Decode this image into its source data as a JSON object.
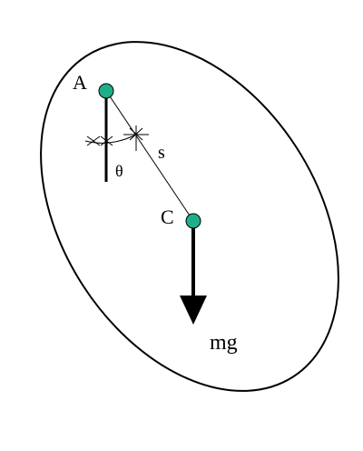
{
  "diagram": {
    "labels": {
      "pivot": "A",
      "center": "C",
      "angle": "θ",
      "distance": "s",
      "force": "mg"
    },
    "colors": {
      "point_fill": "#1fae8a",
      "line": "#000000",
      "background": "#ffffff"
    }
  }
}
